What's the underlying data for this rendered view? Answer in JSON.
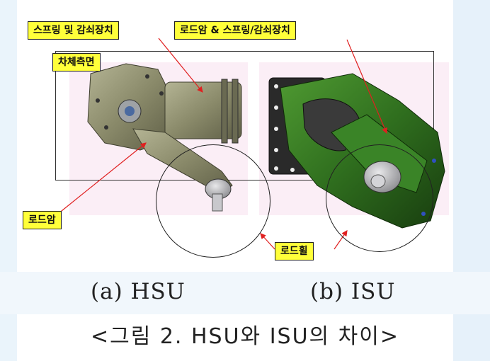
{
  "figure": {
    "labels": {
      "spring_damper": "스프링 및 감쇠장치",
      "road_arm_spring_damper": "로드암 & 스프링/감쇠장치",
      "body_side": "차체측면",
      "road_arm": "로드암",
      "road_wheel": "로드휠"
    },
    "panels": {
      "a": "(a) HSU",
      "b": "(b) ISU"
    },
    "colors": {
      "label_fill": "#ffff3a",
      "arrow": "#e02020",
      "hsu_metal": "#8a8a6a",
      "isu_green": "#2f6e1e"
    }
  },
  "caption": "<그림 2. HSU와 ISU의 차이>"
}
